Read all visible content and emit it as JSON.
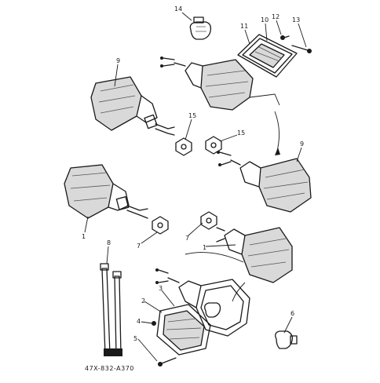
{
  "diagram": {
    "part_code": "47X-832-A370",
    "callouts": [
      {
        "id": "c14",
        "text": "14"
      },
      {
        "id": "c10",
        "text": "10"
      },
      {
        "id": "c11",
        "text": "11"
      },
      {
        "id": "c12",
        "text": "12"
      },
      {
        "id": "c13",
        "text": "13"
      },
      {
        "id": "c9a",
        "text": "9"
      },
      {
        "id": "c15a",
        "text": "15"
      },
      {
        "id": "c15b",
        "text": "15"
      },
      {
        "id": "c9b",
        "text": "9"
      },
      {
        "id": "c1a",
        "text": "1"
      },
      {
        "id": "c7a",
        "text": "7"
      },
      {
        "id": "c7b",
        "text": "7"
      },
      {
        "id": "c1b",
        "text": "1"
      },
      {
        "id": "c8",
        "text": "8"
      },
      {
        "id": "c2",
        "text": "2"
      },
      {
        "id": "c3",
        "text": "3"
      },
      {
        "id": "c4",
        "text": "4"
      },
      {
        "id": "c5",
        "text": "5"
      },
      {
        "id": "c6",
        "text": "6"
      }
    ]
  }
}
